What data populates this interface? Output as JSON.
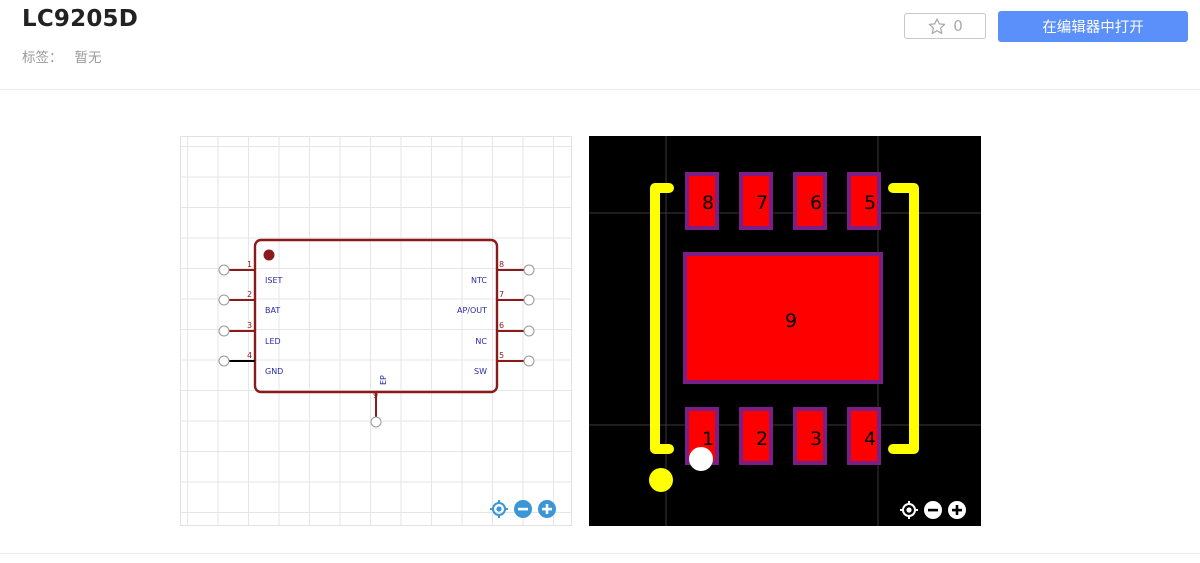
{
  "header": {
    "title": "LC9205D",
    "tags_label": "标签：",
    "tags_value": "暂无",
    "star_count": "0",
    "open_label": "在编辑器中打开"
  },
  "schematic": {
    "left_pins": [
      {
        "num": "1",
        "name": "ISET",
        "color": "#8b1a1a"
      },
      {
        "num": "2",
        "name": "BAT",
        "color": "#8b1a1a"
      },
      {
        "num": "3",
        "name": "LED",
        "color": "#8b1a1a"
      },
      {
        "num": "4",
        "name": "GND",
        "color": "#000000"
      }
    ],
    "right_pins": [
      {
        "num": "8",
        "name": "NTC"
      },
      {
        "num": "7",
        "name": "AP/OUT"
      },
      {
        "num": "6",
        "name": "NC"
      },
      {
        "num": "5",
        "name": "SW"
      }
    ],
    "bottom_pin": {
      "num": "9",
      "name": "EP"
    },
    "colors": {
      "body": "#8b1a1a",
      "pin_text": "#2a2aa8",
      "num_text": "#8b1a1a"
    }
  },
  "pcb": {
    "top_pads": [
      "8",
      "7",
      "6",
      "5"
    ],
    "bottom_pads": [
      "1",
      "2",
      "3",
      "4"
    ],
    "center_pad": "9",
    "colors": {
      "pad": "#ff0000",
      "pad_border": "#7a1f86",
      "silkscreen": "#ffff00",
      "background": "#000000"
    }
  },
  "controls": {
    "icons": [
      "locate-icon",
      "zoom-out-icon",
      "zoom-in-icon"
    ]
  }
}
